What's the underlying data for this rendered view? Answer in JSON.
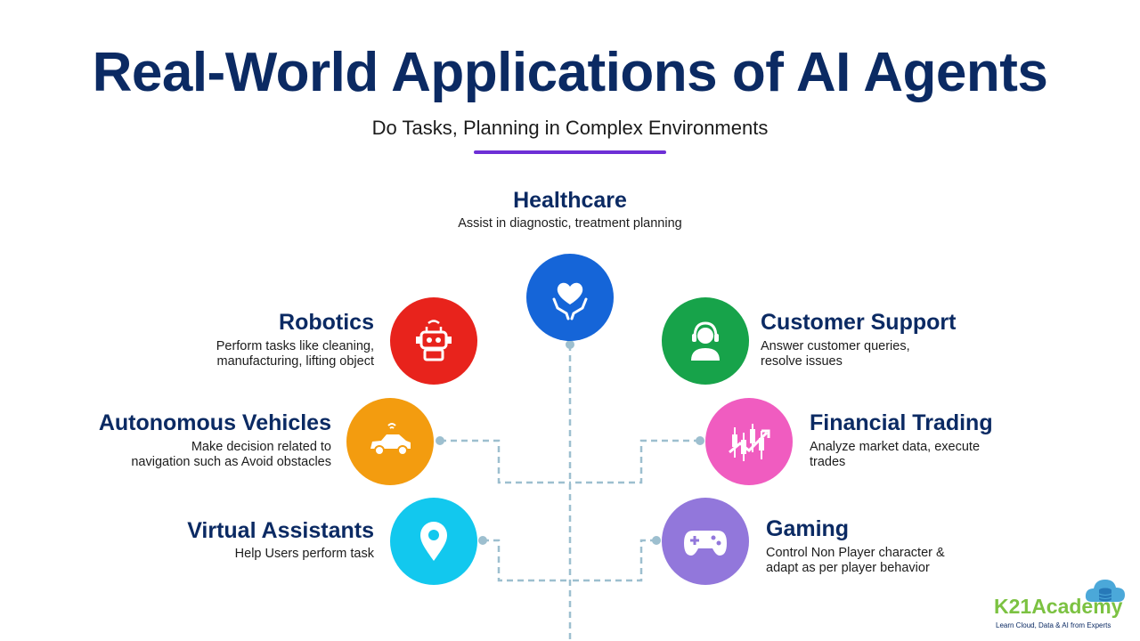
{
  "header": {
    "title": "Real-World Applications of AI Agents",
    "subtitle": "Do Tasks, Planning in Complex Environments"
  },
  "items": {
    "healthcare": {
      "title": "Healthcare",
      "desc": "Assist in diagnostic, treatment planning",
      "color": "#1565d8",
      "icon": "heart-hands-icon"
    },
    "robotics": {
      "title": "Robotics",
      "desc_lines": [
        "Perform tasks like cleaning,",
        "manufacturing, lifting object"
      ],
      "color": "#e8231c",
      "icon": "robot-icon"
    },
    "customer_support": {
      "title": "Customer Support",
      "desc_lines": [
        "Answer customer queries,",
        "resolve issues"
      ],
      "color": "#17a34a",
      "icon": "headset-agent-icon"
    },
    "autonomous_vehicles": {
      "title": "Autonomous Vehicles",
      "desc_lines": [
        "Make decision related to",
        "navigation such as Avoid obstacles"
      ],
      "color": "#f39c0f",
      "icon": "car-icon"
    },
    "financial_trading": {
      "title": "Financial Trading",
      "desc_lines": [
        "Analyze market data, execute",
        "trades"
      ],
      "color": "#f05cc0",
      "icon": "candlestick-chart-icon"
    },
    "virtual_assistants": {
      "title": "Virtual Assistants",
      "desc_lines": [
        "Help Users perform task"
      ],
      "color": "#12c8ee",
      "icon": "location-pin-icon"
    },
    "gaming": {
      "title": "Gaming",
      "desc_lines": [
        "Control Non Player character &",
        "adapt as per player behavior"
      ],
      "color": "#9277db",
      "icon": "gamepad-icon"
    }
  },
  "logo": {
    "name": "K21Academy",
    "tagline": "Learn Cloud, Data & AI from Experts",
    "icon": "cloud-database-icon"
  },
  "colors": {
    "title": "#0b2a63",
    "accent": "#6d2fd6",
    "connector": "#9dbfcf"
  }
}
